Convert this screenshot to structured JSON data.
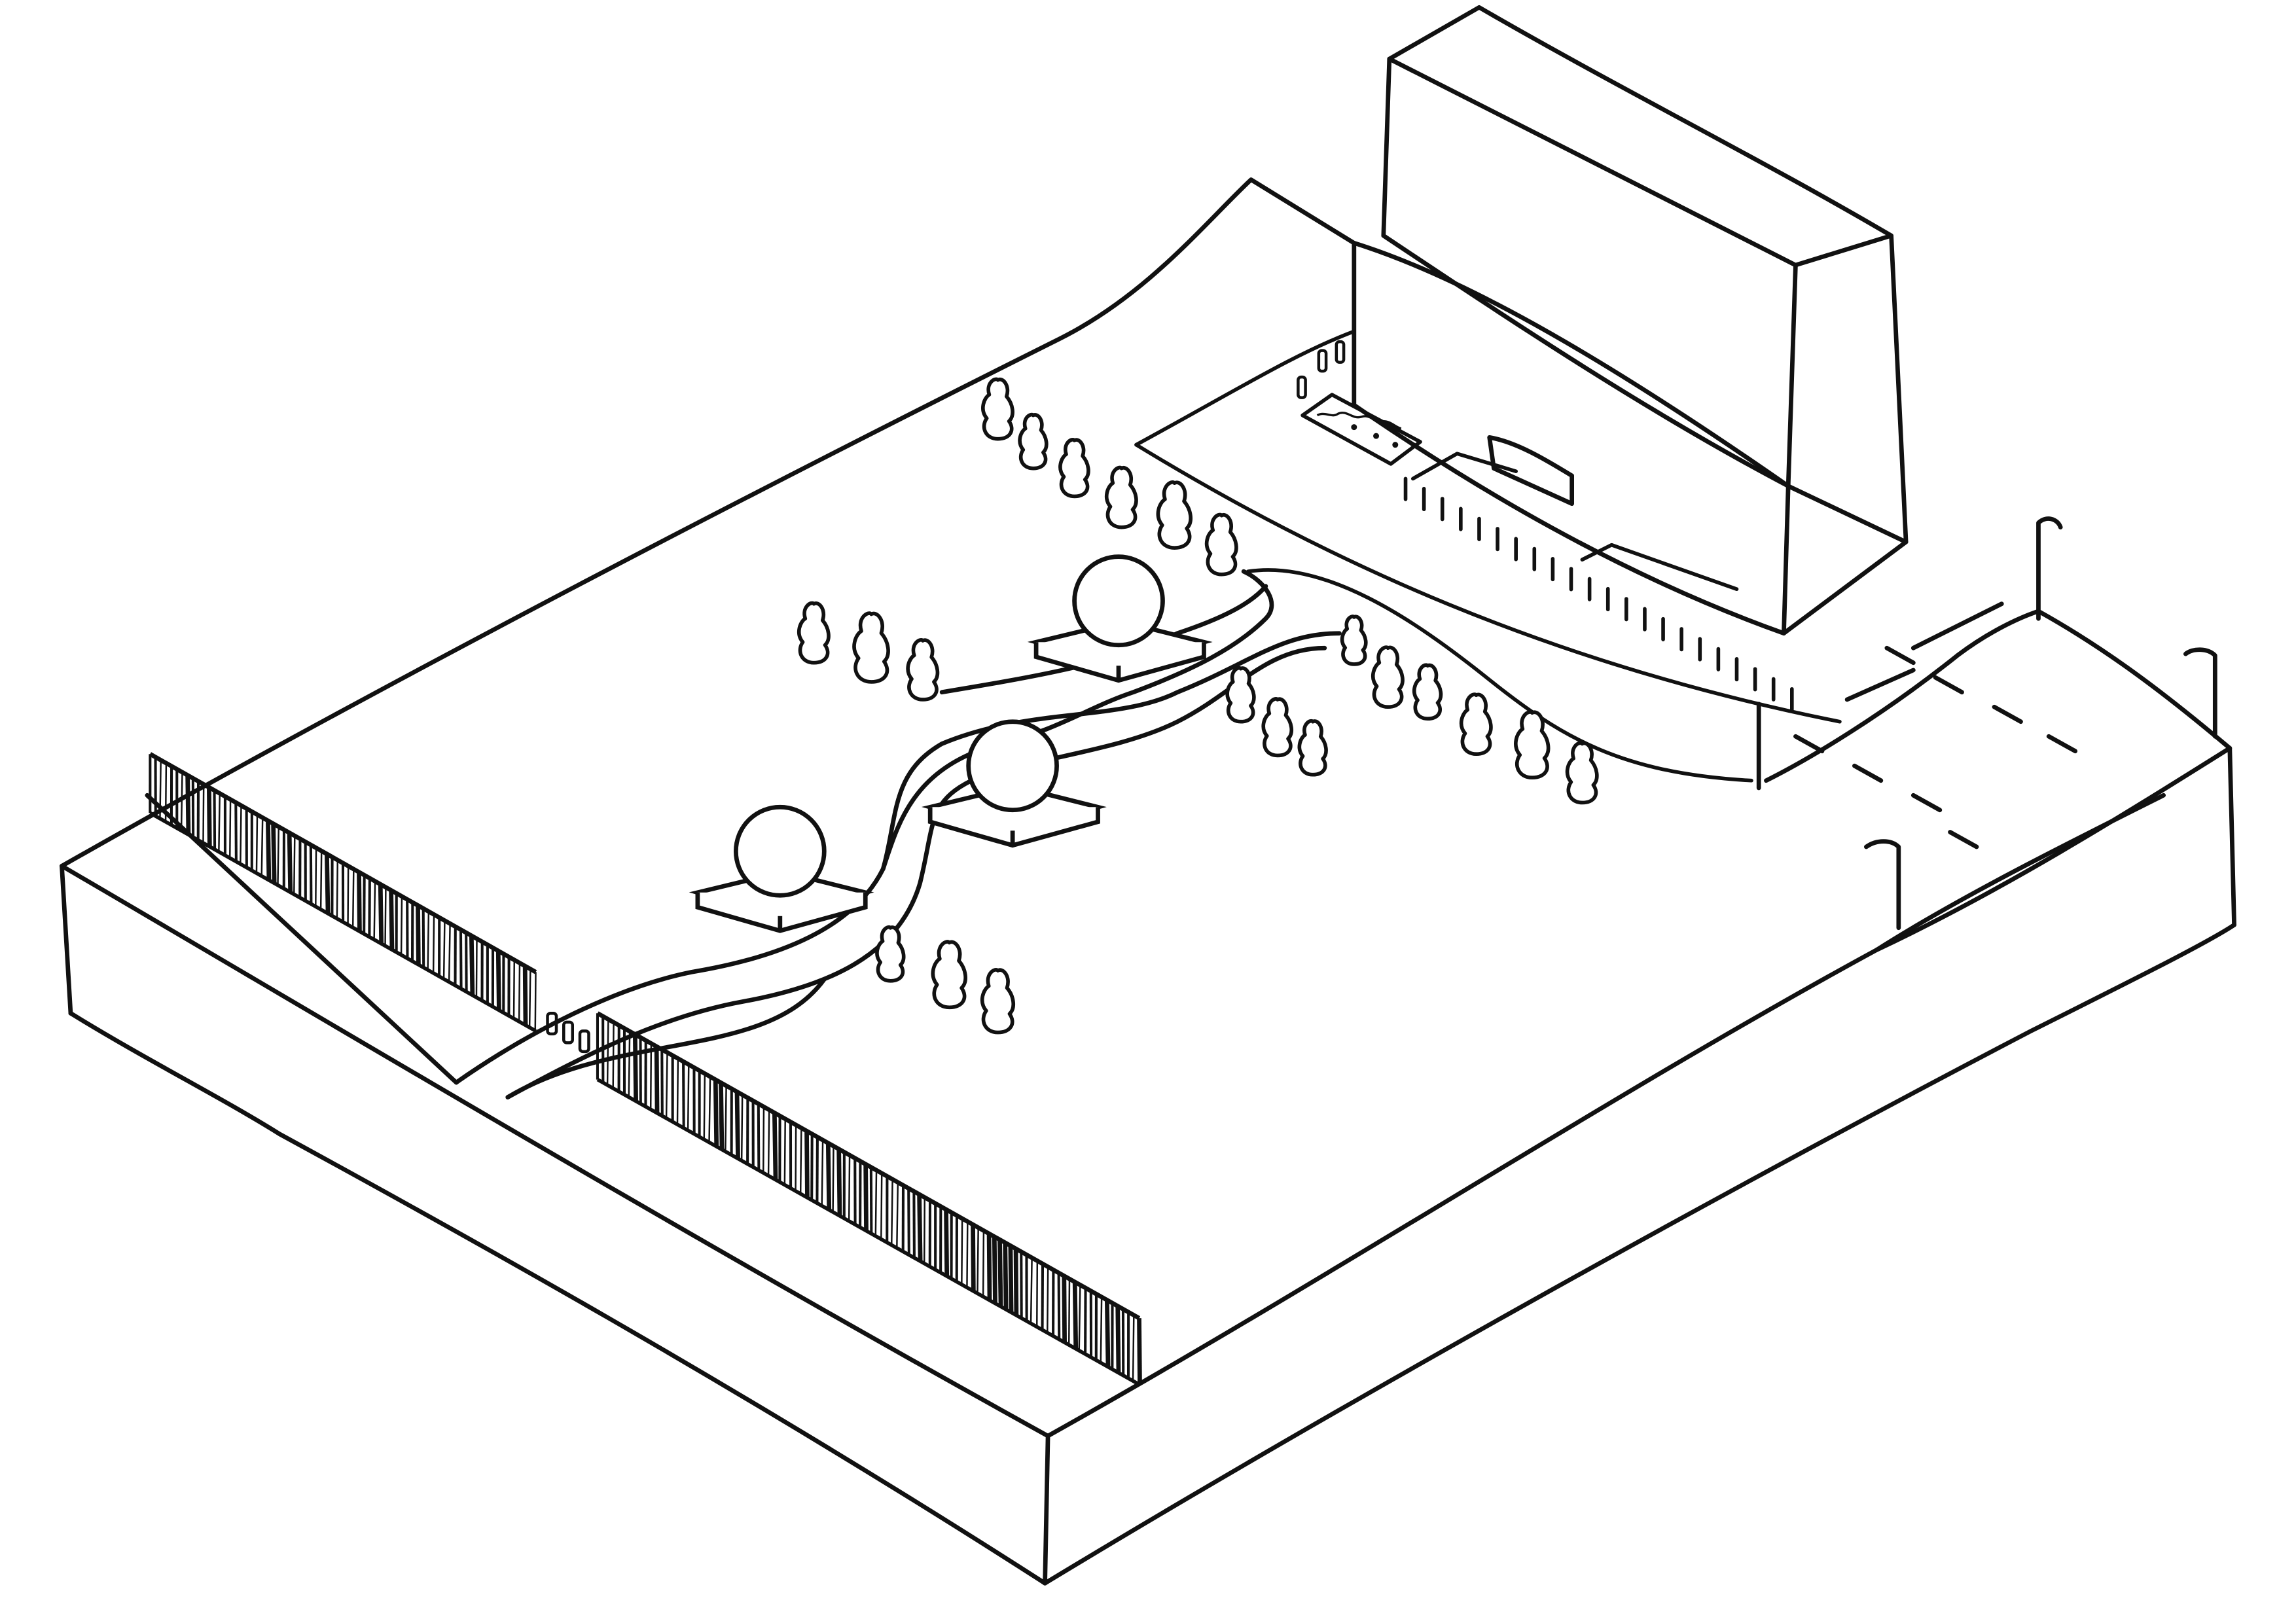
{
  "drawing": {
    "style": "hand-drawn axonometric line sketch",
    "ink_color": "#111111",
    "paper_color": "#ffffff",
    "elements": [
      "site-slab",
      "tall-building",
      "building-podium",
      "parking-lot",
      "street-lamps",
      "winding-path",
      "sphere-sculptures",
      "tree-clusters",
      "front-fence",
      "entrance-bollards",
      "bollard-row",
      "planter"
    ]
  }
}
